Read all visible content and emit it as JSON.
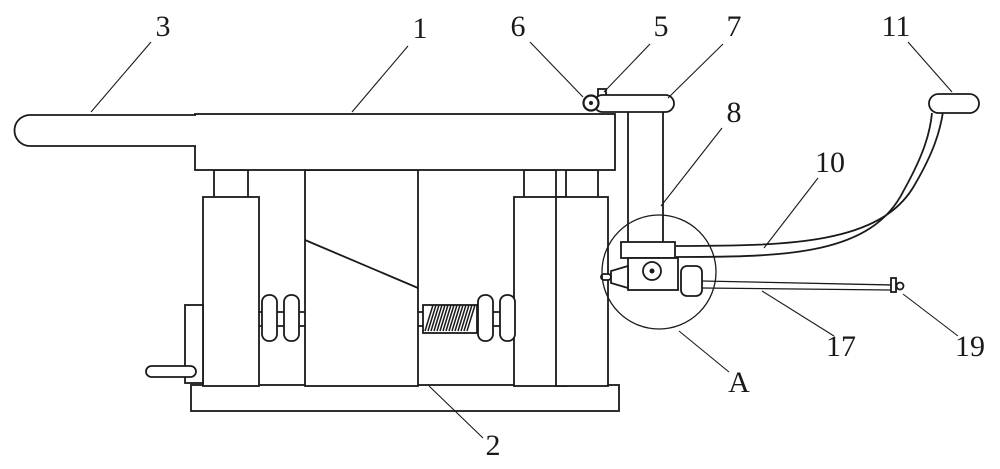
{
  "figure": {
    "colors": {
      "ink": "#1a1a1a",
      "background": "#ffffff"
    },
    "labels": {
      "n3": "3",
      "n1": "1",
      "n6": "6",
      "n5": "5",
      "n7": "7",
      "n11": "11",
      "n8": "8",
      "n10": "10",
      "n17": "17",
      "n19": "19",
      "nA": "A",
      "n2": "2"
    }
  }
}
